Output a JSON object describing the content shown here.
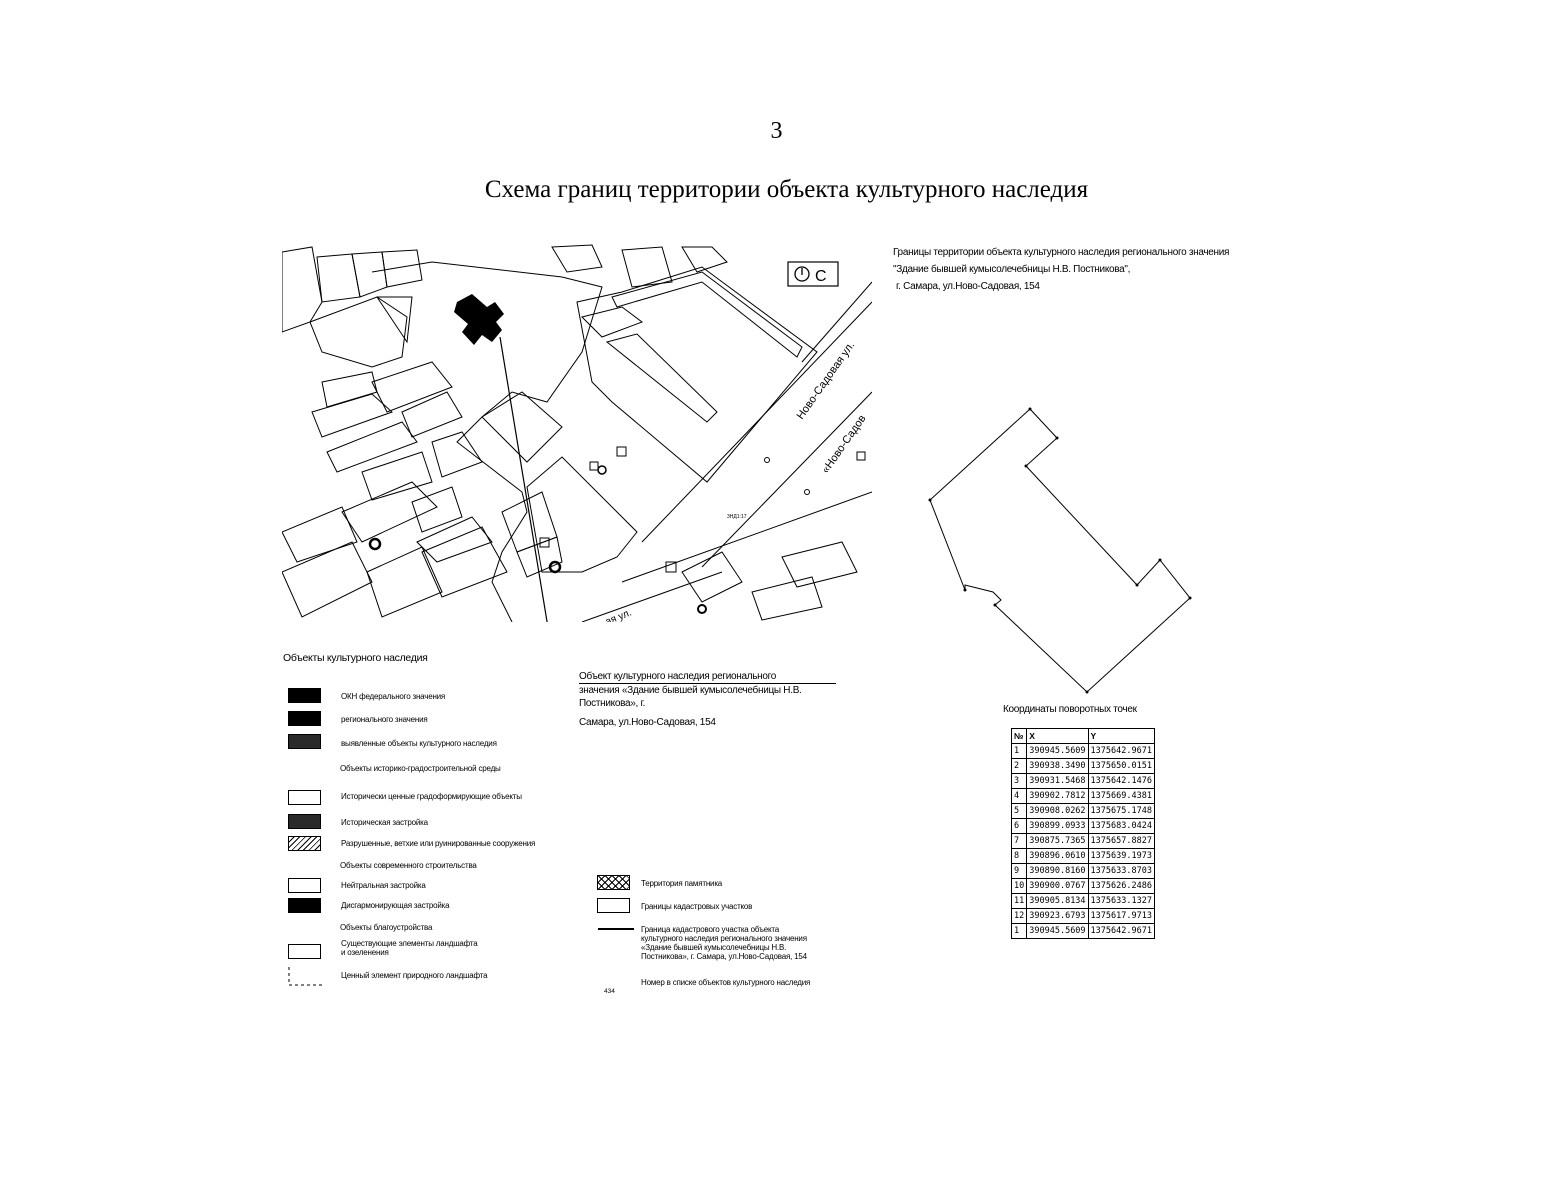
{
  "page_number": "3",
  "title": "Схема границ территории объекта культурного наследия",
  "right_title": {
    "line1": "Границы территории объекта культурного наследия регионального значения",
    "line2": "\"Здание бывшей кумысолечебницы Н.В. Постникова\",",
    "line3": "г. Самара, ул.Ново-Садовая, 154"
  },
  "map": {
    "street_label_1": "Ново-Садовая ул.",
    "street_label_2": "«Ново-Садов",
    "street_label_3": "ая ул.",
    "compass_label": "С",
    "parcel_label": "3HД1:17"
  },
  "object_label": {
    "line1": "Объект культурного наследия регионального",
    "line2": "значения «Здание бывшей кумысолечебницы Н.В.",
    "line3": "Постникова», г.",
    "line4": "Самара, ул.Ново-Садовая, 154"
  },
  "coordinates": {
    "title": "Координаты поворотных точек",
    "headers": [
      "№",
      "X",
      "Y"
    ],
    "rows": [
      [
        "1",
        "390945.5609",
        "1375642.9671"
      ],
      [
        "2",
        "390938.3490",
        "1375650.0151"
      ],
      [
        "3",
        "390931.5468",
        "1375642.1476"
      ],
      [
        "4",
        "390902.7812",
        "1375669.4381"
      ],
      [
        "5",
        "390908.0262",
        "1375675.1748"
      ],
      [
        "6",
        "390899.0933",
        "1375683.0424"
      ],
      [
        "7",
        "390875.7365",
        "1375657.8827"
      ],
      [
        "8",
        "390896.0610",
        "1375639.1973"
      ],
      [
        "9",
        "390890.8160",
        "1375633.8703"
      ],
      [
        "10",
        "390900.0767",
        "1375626.2486"
      ],
      [
        "11",
        "390905.8134",
        "1375633.1327"
      ],
      [
        "12",
        "390923.6793",
        "1375617.9713"
      ],
      [
        "1",
        "390945.5609",
        "1375642.9671"
      ]
    ]
  },
  "legend": {
    "title": "Объекты культурного наследия",
    "okn_federal": "ОКН федерального значения",
    "okn_regional": "регионального значения",
    "okn_identified": "выявленные объекты культурного наследия",
    "hist_env_header": "Объекты историко-градостроительной среды",
    "hist_valuable": "Исторически ценные градоформирующие объекты",
    "hist_building": "Историческая застройка",
    "ruined": "Разрушенные, ветхие или руинированные сооружения",
    "modern_header": "Объекты современного строительства",
    "neutral": "Нейтральная застройка",
    "disharmonious": "Дисгармонирующая застройка",
    "improvement_header": "Объекты благоустройства",
    "landscape_existing_1": "Существующие элементы ландшафта",
    "landscape_existing_2": "и озеленения",
    "natural_element": "Ценный элемент природного ландшафта",
    "monument_territory": "Территория памятника",
    "cadastral_bounds": "Границы кадастровых участков",
    "cadastral_line_1": "Граница кадастрового участка объекта",
    "cadastral_line_2": "культурного наследия регионального значения",
    "cadastral_line_3": "«Здание бывшей кумысолечебницы Н.В.",
    "cadastral_line_4": "Постникова», г. Самара, ул.Ново-Садовая, 154",
    "list_number": "Номер в списке объектов культурного наследия",
    "list_number_sample": "434"
  }
}
